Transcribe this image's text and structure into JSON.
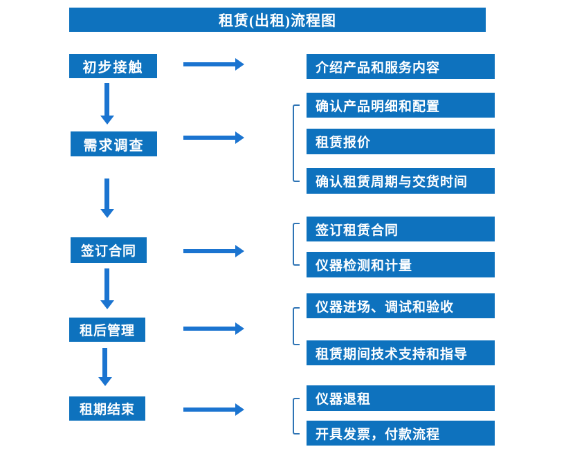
{
  "title": "租赁(出租)流程图",
  "colors": {
    "box_blue": "#0E72BE",
    "arrow_blue": "#1B74D0",
    "bracket_blue": "#2E74B5",
    "text_white": "#FFFFFF"
  },
  "steps": [
    {
      "label": "初步接触",
      "details": [
        "介绍产品和服务内容"
      ]
    },
    {
      "label": "需求调查",
      "details": [
        "确认产品明细和配置",
        "租赁报价",
        "确认租赁周期与交货时间"
      ]
    },
    {
      "label": "签订合同",
      "details": [
        "签订租赁合同",
        "仪器检测和计量"
      ]
    },
    {
      "label": "租后管理",
      "details": [
        "仪器进场、调试和验收",
        "租赁期间技术支持和指导"
      ]
    },
    {
      "label": "租期结束",
      "details": [
        "仪器退租",
        "开具发票，付款流程"
      ]
    }
  ]
}
